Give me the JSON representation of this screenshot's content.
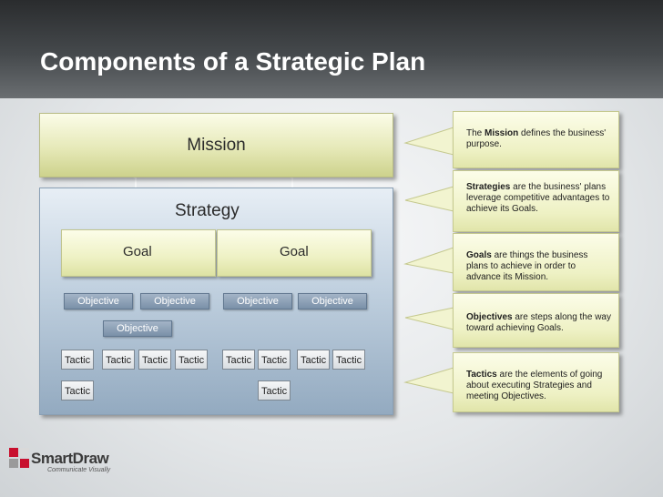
{
  "title": "Components of a Strategic Plan",
  "mission": {
    "label": "Mission"
  },
  "strategy": {
    "label": "Strategy"
  },
  "goals": [
    "Goal",
    "Goal"
  ],
  "objectives": [
    "Objective",
    "Objective",
    "Objective",
    "Objective",
    "Objective"
  ],
  "tactics": [
    "Tactic",
    "Tactic",
    "Tactic",
    "Tactic",
    "Tactic",
    "Tactic",
    "Tactic",
    "Tactic",
    "Tactic",
    "Tactic"
  ],
  "callouts": [
    {
      "bold": "Mission",
      "pre": "The ",
      "text": " defines the business' purpose."
    },
    {
      "bold": "Strategies",
      "pre": "",
      "text": " are the business' plans leverage competitive advantages to achieve its Goals."
    },
    {
      "bold": "Goals",
      "pre": "",
      "text": " are things the business plans to achieve in order to advance its Mission."
    },
    {
      "bold": "Objectives",
      "pre": "",
      "text": " are steps along the way toward achieving Goals."
    },
    {
      "bold": "Tactics",
      "pre": "",
      "text": " are the elements of going about executing Strategies and meeting Objectives."
    }
  ],
  "logo": {
    "name": "SmartDraw",
    "tagline": "Communicate Visually",
    "icon": "smartdraw-logo-icon"
  }
}
